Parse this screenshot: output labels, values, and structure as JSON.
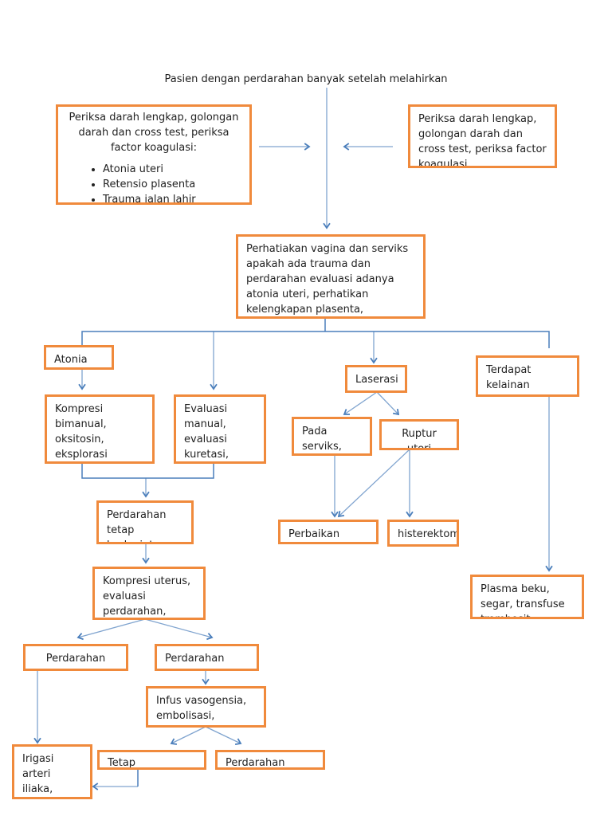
{
  "title": "Pasien  dengan perdarahan banyak setelah melahirkan",
  "nodes": {
    "periksa_left": {
      "text": "Periksa darah lengkap, golongan darah dan cross test, periksa factor koagulasi:",
      "bullets": [
        "Atonia uteri",
        "Retensio plasenta",
        "Trauma jalan lahir"
      ]
    },
    "periksa_right": "Periksa darah lengkap, golongan darah dan cross test, periksa factor koagulasi",
    "perhatikan": "Perhatiakan vagina dan serviks apakah ada trauma dan perdarahan evaluasi adanya atonia uteri, perhatikan kelengkapan plasenta,",
    "atonia": "Atonia",
    "laserasi": "Laserasi",
    "terdapat": "Terdapat kelainan koagulasi",
    "kompresi_bimanual": "Kompresi bimanual, oksitosin, eksplorasi",
    "evaluasi_manual": "Evaluasi manual, evaluasi kuretasi,",
    "pada_serviks": "Pada serviks,",
    "ruptur_uteri": "Ruptur uteri",
    "perdarahan_tetap": "Perdarahan tetap berlanjut",
    "perbaikan": "Perbaikan",
    "histerektomi": "histerektomi",
    "kompresi_uterus": "Kompresi uterus, evaluasi perdarahan,",
    "plasma": "Plasma beku, segar, transfuse trombosit",
    "perdarahan_left": "Perdarahan berlanjut",
    "perdarahan_right": "Perdarahan terkontrol",
    "infus": "Infus vasogensia, embolisasi,",
    "irigasi": "Irigasi arteri iliaka,",
    "tetap": "Tetap",
    "perdarahan_bottom": "Perdarahan"
  },
  "colors": {
    "box_border": "#f08a3c",
    "connector": "#4a7ebb"
  }
}
